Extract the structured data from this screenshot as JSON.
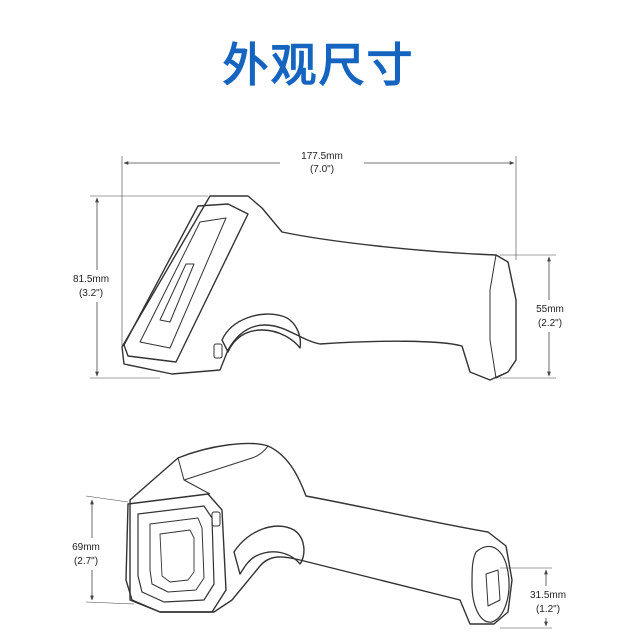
{
  "title": "外观尺寸",
  "colors": {
    "title": "#1565c0",
    "line": "#333333",
    "dim": "#444444"
  },
  "side_view": {
    "length_mm": "177.5mm",
    "length_in": "(7.0\")",
    "height_mm": "81.5mm",
    "height_in": "(3.2\")",
    "handle_mm": "55mm",
    "handle_in": "(2.2\")"
  },
  "perspective_view": {
    "head_mm": "69mm",
    "head_in": "(2.7\")",
    "base_mm": "31.5mm",
    "base_in": "(1.2\")"
  }
}
